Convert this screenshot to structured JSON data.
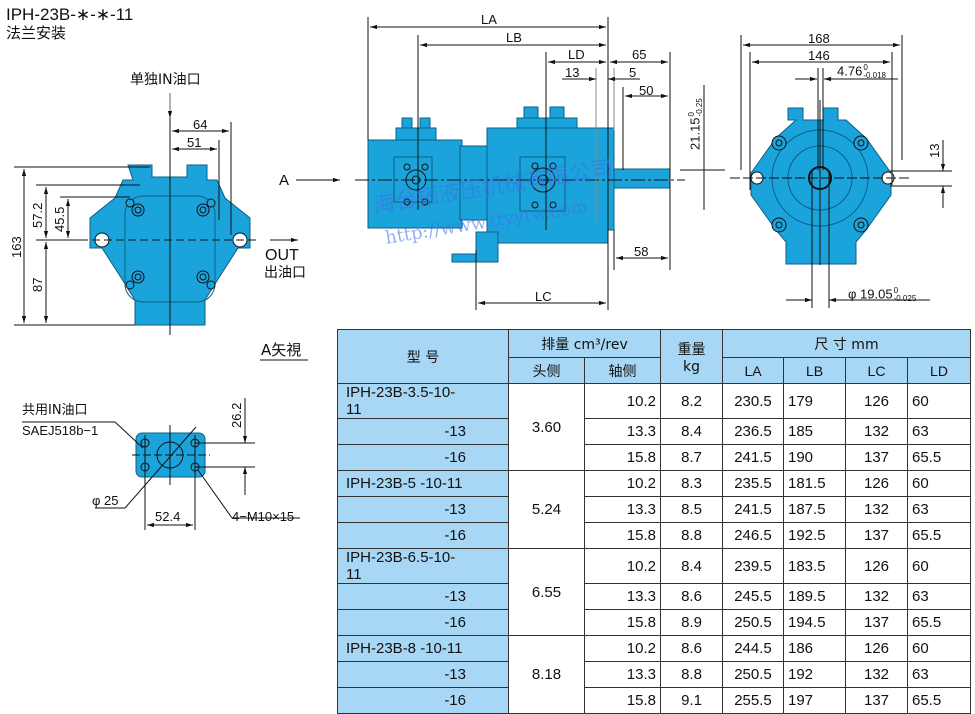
{
  "header": {
    "title": "IPH-23B-∗-∗-11",
    "subtitle": "法兰安装"
  },
  "front_view": {
    "in_port_label": "单独IN油口",
    "out_label": "OUT",
    "out_port_label": "出油口",
    "dims": {
      "d64": "64",
      "d51": "51",
      "d163": "163",
      "d57_2": "57.2",
      "d45_5": "45.5",
      "d87": "87"
    }
  },
  "side_view": {
    "view_arrow": "A",
    "dims": {
      "LA": "LA",
      "LB": "LB",
      "LD": "LD",
      "d65": "65",
      "d13": "13",
      "d5": "5",
      "d50": "50",
      "d58": "58",
      "LC": "LC",
      "d21_15": "21.15",
      "d21_15_tol_upper": "0",
      "d21_15_tol_lower": "-0.25"
    }
  },
  "end_view": {
    "dims": {
      "d168": "168",
      "d146": "146",
      "d4_76": "4.76",
      "d4_76_tol_upper": "0",
      "d4_76_tol_lower": "-0.018",
      "d13": "13",
      "d19_05": "φ 19.05",
      "d19_05_tol_upper": "0",
      "d19_05_tol_lower": "-0.025"
    }
  },
  "a_view": {
    "title": "A矢視",
    "common_port_label": "共用IN油口",
    "port_standard": "SAEJ518b−1",
    "d26_2": "26.2",
    "d25": "φ 25",
    "d52_4": "52.4",
    "bolts": "4−M10×15"
  },
  "table": {
    "headers": {
      "model": "型 号",
      "displacement": "排量  cm³/rev",
      "head_side": "头侧",
      "shaft_side": "轴侧",
      "weight": "重量",
      "weight_unit": "kg",
      "dimensions": "尺 寸    mm",
      "LA": "LA",
      "LB": "LB",
      "LC": "LC",
      "LD": "LD"
    },
    "groups": [
      {
        "head": "3.60",
        "rows": [
          {
            "model": "IPH-23B-3.5-10-11",
            "shaft": "10.2",
            "weight": "8.2",
            "LA": "230.5",
            "LB": "179",
            "LC": "126",
            "LD": "60"
          },
          {
            "model": "-13",
            "shaft": "13.3",
            "weight": "8.4",
            "LA": "236.5",
            "LB": "185",
            "LC": "132",
            "LD": "63"
          },
          {
            "model": "-16",
            "shaft": "15.8",
            "weight": "8.7",
            "LA": "241.5",
            "LB": "190",
            "LC": "137",
            "LD": "65.5"
          }
        ]
      },
      {
        "head": "5.24",
        "rows": [
          {
            "model": "IPH-23B-5   -10-11",
            "shaft": "10.2",
            "weight": "8.3",
            "LA": "235.5",
            "LB": "181.5",
            "LC": "126",
            "LD": "60"
          },
          {
            "model": "-13",
            "shaft": "13.3",
            "weight": "8.5",
            "LA": "241.5",
            "LB": "187.5",
            "LC": "132",
            "LD": "63"
          },
          {
            "model": "-16",
            "shaft": "15.8",
            "weight": "8.8",
            "LA": "246.5",
            "LB": "192.5",
            "LC": "137",
            "LD": "65.5"
          }
        ]
      },
      {
        "head": "6.55",
        "rows": [
          {
            "model": "IPH-23B-6.5-10-11",
            "shaft": "10.2",
            "weight": "8.4",
            "LA": "239.5",
            "LB": "183.5",
            "LC": "126",
            "LD": "60"
          },
          {
            "model": "-13",
            "shaft": "13.3",
            "weight": "8.6",
            "LA": "245.5",
            "LB": "189.5",
            "LC": "132",
            "LD": "63"
          },
          {
            "model": "-16",
            "shaft": "15.8",
            "weight": "8.9",
            "LA": "250.5",
            "LB": "194.5",
            "LC": "137",
            "LD": "65.5"
          }
        ]
      },
      {
        "head": "8.18",
        "rows": [
          {
            "model": "IPH-23B-8   -10-11",
            "shaft": "10.2",
            "weight": "8.6",
            "LA": "244.5",
            "LB": "186",
            "LC": "126",
            "LD": "60"
          },
          {
            "model": "-13",
            "shaft": "13.3",
            "weight": "8.8",
            "LA": "250.5",
            "LB": "192",
            "LC": "132",
            "LD": "63"
          },
          {
            "model": "-16",
            "shaft": "15.8",
            "weight": "9.1",
            "LA": "255.5",
            "LB": "197",
            "LC": "137",
            "LD": "65.5"
          }
        ]
      }
    ]
  },
  "watermark": {
    "company": "海台拓液压机械有限公司",
    "url": "http://www.ttyytw.com"
  },
  "colors": {
    "pump_blue": "#1ba4dc",
    "table_header": "#a7d7f4"
  }
}
